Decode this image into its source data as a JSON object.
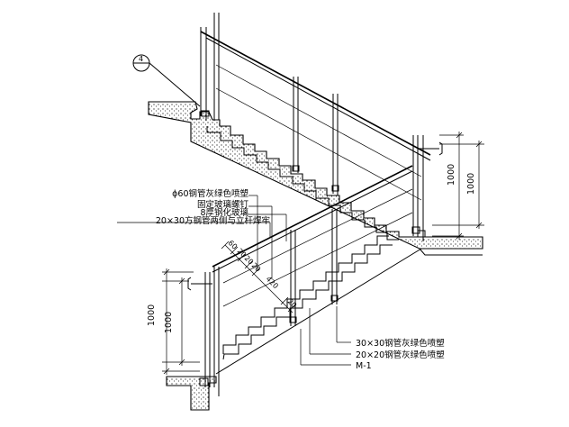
{
  "detail_ref": "4",
  "callouts_left": [
    "ϕ60钢管灰绿色喷塑",
    "固定玻璃螺钉",
    "8厚钢化玻璃",
    "20×30方钢管两侧与立杆焊牢"
  ],
  "callouts_right": [
    "30×30钢管灰绿色喷塑",
    "20×20钢管灰绿色喷塑",
    "M-1"
  ],
  "dimensions": {
    "upper_height_a": "1000",
    "upper_height_b": "1000",
    "lower_height_a": "1000",
    "lower_height_b": "1000",
    "oblique": [
      "60",
      "20",
      "20",
      "20",
      "420",
      "20"
    ]
  }
}
